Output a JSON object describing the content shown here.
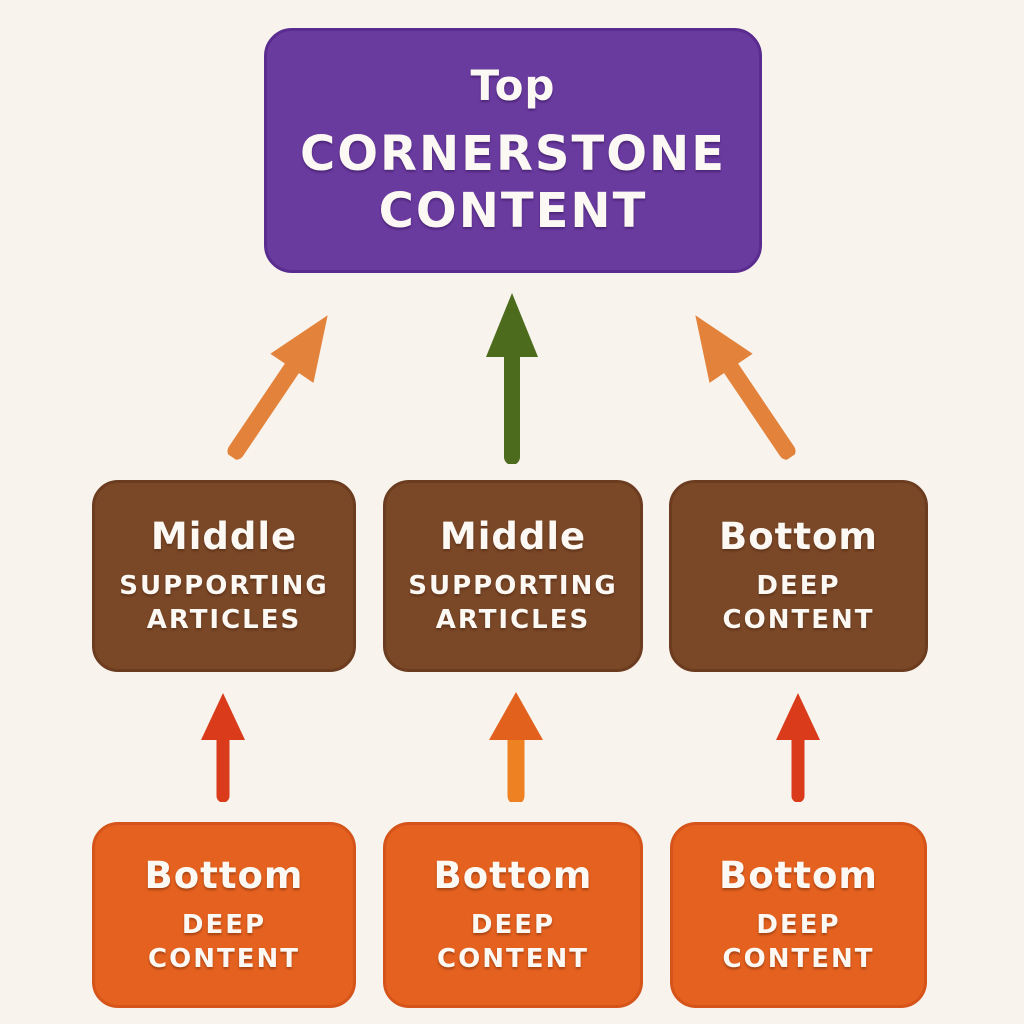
{
  "page": {
    "background": "#f8f3ed",
    "text_color": "#fcf9f4"
  },
  "boxes": {
    "top": {
      "title": "Top",
      "subtitle": "CORNERSTONE\nCONTENT",
      "fill": "#6a3b9f",
      "border": "#5a2c8f"
    },
    "middle": [
      {
        "title": "Middle",
        "subtitle": "SUPPORTING\nARTICLES",
        "fill": "#7a4827",
        "border": "#6b3c1f"
      },
      {
        "title": "Middle",
        "subtitle": "SUPPORTING\nARTICLES",
        "fill": "#7a4827",
        "border": "#6b3c1f"
      },
      {
        "title": "Bottom",
        "subtitle": "DEEP\nCONTENT",
        "fill": "#7a4827",
        "border": "#6b3c1f"
      }
    ],
    "bottom": [
      {
        "title": "Bottom",
        "subtitle": "DEEP\nCONTENT",
        "fill": "#e5611f",
        "border": "#d5541a"
      },
      {
        "title": "Bottom",
        "subtitle": "DEEP\nCONTENT",
        "fill": "#e5611f",
        "border": "#d5541a"
      },
      {
        "title": "Bottom",
        "subtitle": "DEEP\nCONTENT",
        "fill": "#e5611f",
        "border": "#d5541a"
      }
    ]
  },
  "arrows": {
    "to_top": [
      {
        "shaft": "#e3833b",
        "head": "#e3833b"
      },
      {
        "shaft": "#4c6b1d",
        "head": "#4c6b1d"
      },
      {
        "shaft": "#e3833b",
        "head": "#e3833b"
      }
    ],
    "to_middle": [
      {
        "shaft": "#d93b1b",
        "head": "#d93b1b"
      },
      {
        "shaft": "#ee8122",
        "head": "#e2611c"
      },
      {
        "shaft": "#d93b1b",
        "head": "#d93b1b"
      }
    ]
  }
}
